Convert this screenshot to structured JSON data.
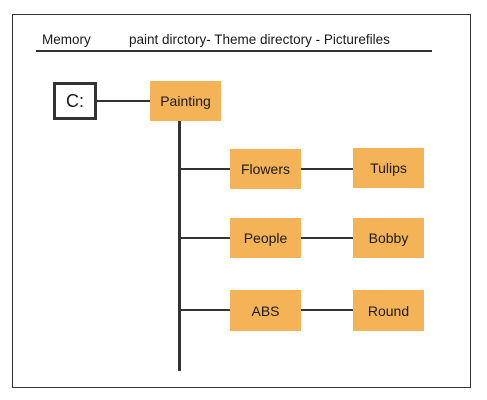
{
  "header": {
    "memory_label": "Memory",
    "path_label": "paint dirctory- Theme directory - Picturefiles"
  },
  "tree": {
    "drive_label": "C:",
    "root_label": "Painting",
    "themes": [
      {
        "label": "Flowers",
        "file": "Tulips"
      },
      {
        "label": "People",
        "file": "Bobby"
      },
      {
        "label": "ABS",
        "file": "Round"
      }
    ]
  },
  "colors": {
    "node_fill": "#f4b356",
    "line": "#333333",
    "drive_border": "#333333"
  }
}
